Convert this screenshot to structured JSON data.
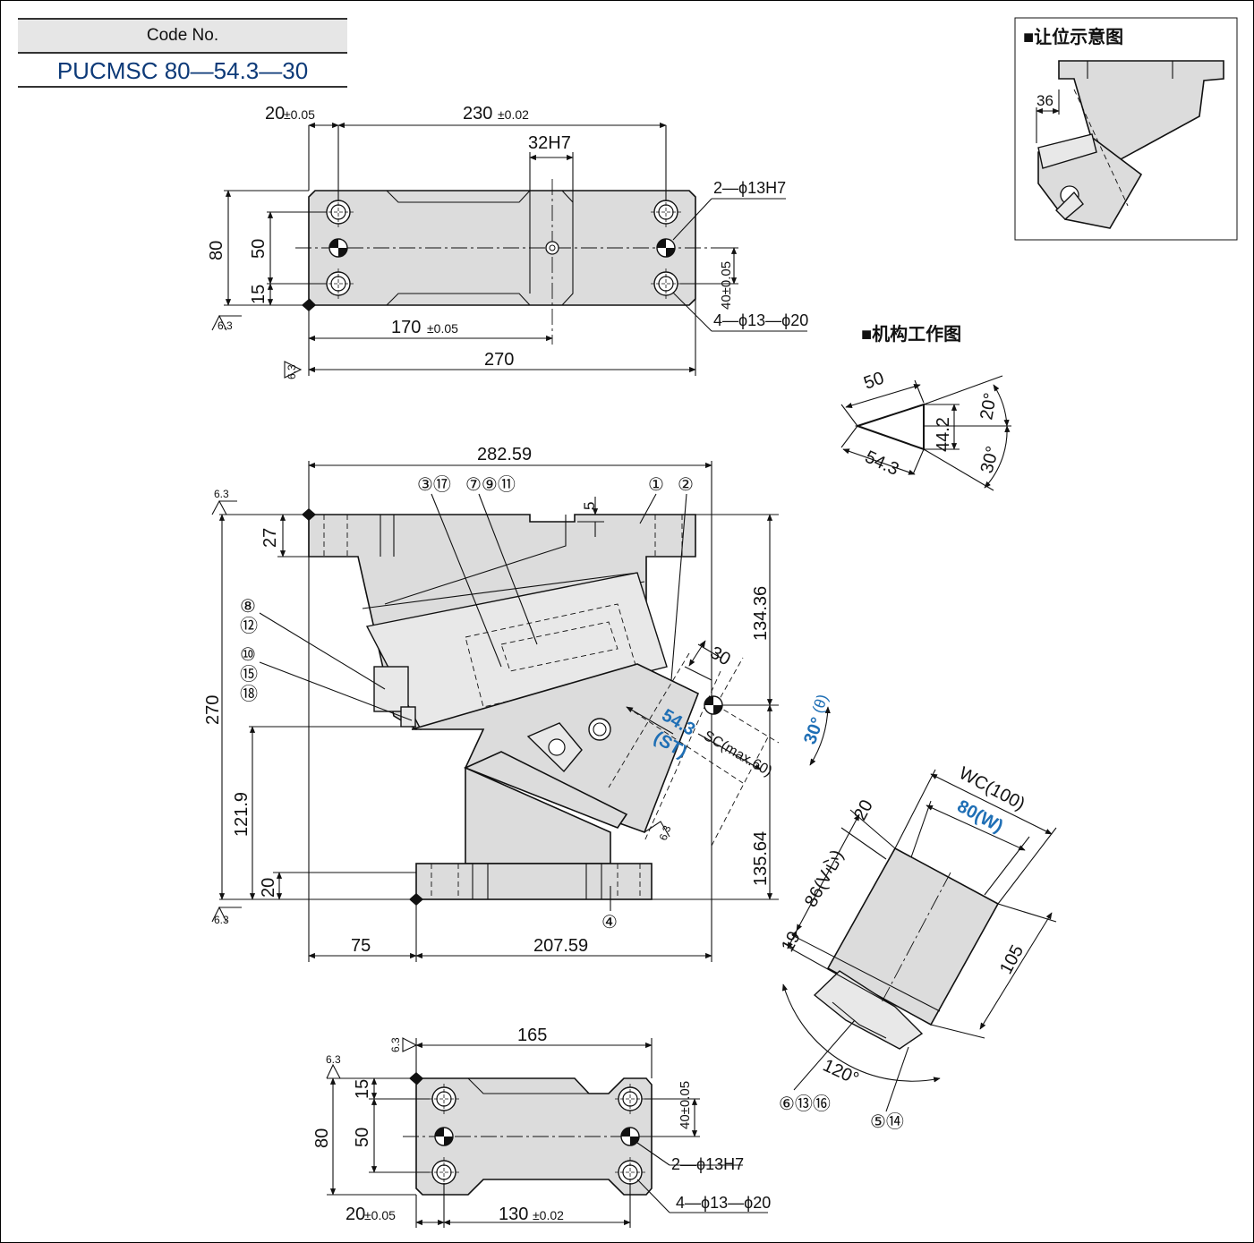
{
  "code": {
    "label": "Code No.",
    "value": "PUCMSC 80—54.3—30"
  },
  "top_view": {
    "dim_20": "20",
    "tol_20": "±0.05",
    "dim_230": "230",
    "tol_230": "±0.02",
    "dim_32h7": "32H7",
    "dim_80": "80",
    "dim_50": "50",
    "dim_15": "15",
    "dim_170": "170",
    "tol_170": "±0.05",
    "dim_270": "270",
    "dim_40": "40±0.05",
    "callout_holes_h7": "2—ϕ13H7",
    "callout_holes_cb": "4—ϕ13—ϕ20",
    "rough_a": "6.3",
    "rough_b": "6.3"
  },
  "front_view": {
    "dim_282": "282.59",
    "dim_5": "5",
    "dim_27": "27",
    "dim_134": "134.36",
    "dim_270": "270",
    "dim_121": "121.9",
    "dim_20": "20",
    "dim_135": "135.64",
    "dim_75": "75",
    "dim_207": "207.59",
    "dim_30": "30",
    "dim_54": "54.3",
    "dim_st": "(ST)",
    "dim_sc": "SC(max.60)",
    "angle": "30°",
    "angle_theta": "(θ)",
    "rough_a": "6.3",
    "rough_b": "6.3",
    "rough_c": "6.3",
    "labels": {
      "p317": "③⑰",
      "p7911": "⑦⑨⑪",
      "p1": "①",
      "p2": "②",
      "p8": "⑧",
      "p12": "⑫",
      "p10": "⑩",
      "p15": "⑮",
      "p18": "⑱",
      "p4": "④"
    }
  },
  "bottom_view": {
    "dim_165": "165",
    "dim_15": "15",
    "dim_80": "80",
    "dim_50": "50",
    "dim_40": "40±0.05",
    "dim_20": "20",
    "tol_20": "±0.05",
    "dim_130": "130",
    "tol_130": "±0.02",
    "callout_holes_h7": "2—ϕ13H7",
    "callout_holes_cb": "4—ϕ13—ϕ20",
    "rough_a": "6.3",
    "rough_b": "6.3"
  },
  "clearance_diagram": {
    "title": "■让位示意图",
    "dim_36": "36"
  },
  "mechanism_diagram": {
    "title": "■机构工作图",
    "dim_50": "50",
    "dim_44": "44.2",
    "dim_54": "54.3",
    "angle_20": "20°",
    "angle_30": "30°"
  },
  "side_view": {
    "dim_wc": "WC(100)",
    "dim_w": "80(W)",
    "dim_20": "20",
    "dim_86": "86(V心)",
    "dim_19": "19",
    "dim_105": "105",
    "angle_120": "120°",
    "label_61316": "⑥⑬⑯",
    "label_514": "⑤⑭"
  }
}
